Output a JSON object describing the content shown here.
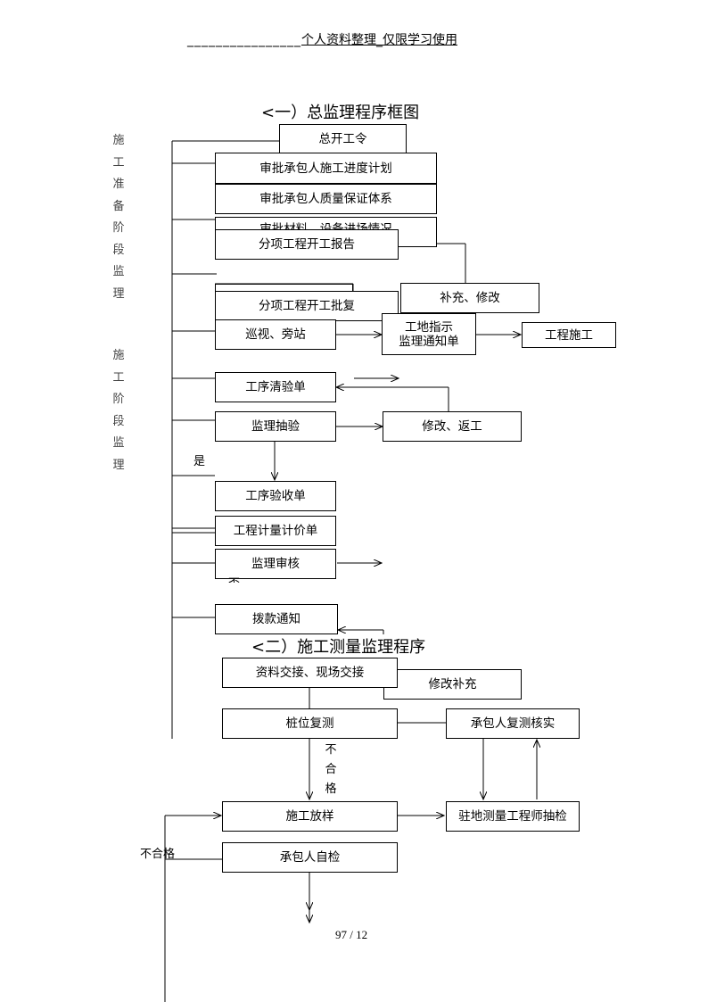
{
  "header": {
    "dashes": "________________",
    "text": "个人资料整理_仅限学习使用"
  },
  "titles": {
    "t1": "<一）总监理程序框图",
    "t2": "<二）施工测量监理程序"
  },
  "side": {
    "prep": "施工准备阶段监理",
    "build": "施工阶段监理"
  },
  "boxes": {
    "b_start": "总开工令",
    "b_schedule": "审批承包人施工进度计划",
    "b_quality": "审批承包人质量保证体系",
    "b_partial": "审批材料、设备进场情况",
    "b_report": "分项工程开工报告",
    "b_supplement": "补充、修改",
    "b_reply": "分项工程开工批复",
    "b_patrol": "巡视、旁站",
    "b_notice": "工地指示\n监理通知单",
    "b_construct": "工程施工",
    "b_clear": "工序清验单",
    "b_sample": "监理抽验",
    "b_rework": "修改、返工",
    "b_accept": "工序验收单",
    "b_measure": "工程计量计价单",
    "b_review": "监理审核",
    "b_pay": "拨款通知",
    "b_data": "资料交接、现场交接",
    "b_fix": "修改补充",
    "b_pile": "桩位复测",
    "b_verify": "承包人复测核实",
    "b_layout": "施工放样",
    "b_resident": "驻地测量工程师抽检",
    "b_self": "承包人自检"
  },
  "labels": {
    "yes": "是",
    "no": "否",
    "unq_vertical": "不合格",
    "unq": "不合格"
  },
  "page": "97 / 12"
}
